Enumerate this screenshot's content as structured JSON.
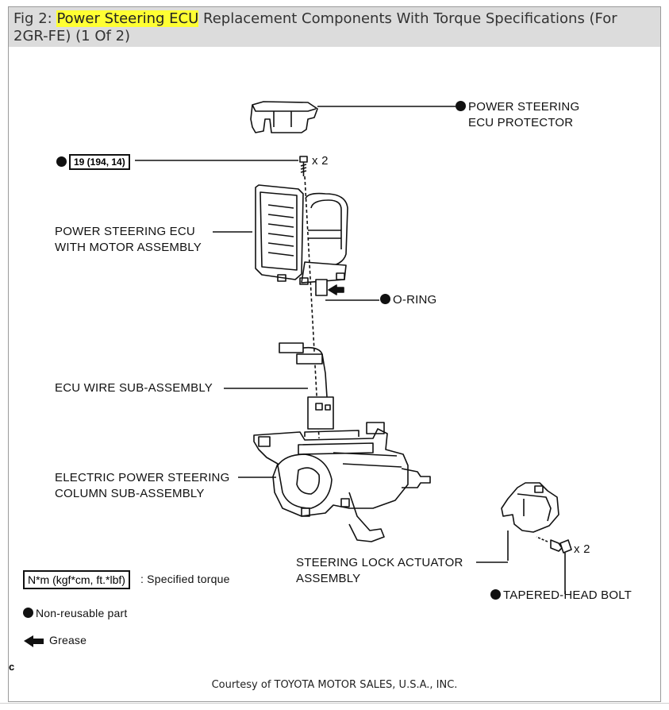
{
  "header": {
    "prefix": "Fig 2: ",
    "highlight": "Power Steering ECU",
    "suffix": " Replacement Components With Torque Specifications (For 2GR-FE) (1 Of 2)"
  },
  "labels": {
    "protector_1": "POWER STEERING",
    "protector_2": "ECU PROTECTOR",
    "torque_value": "19 (194, 14)",
    "bolt_qty_top": "x 2",
    "ecu_motor_1": "POWER STEERING ECU",
    "ecu_motor_2": "WITH MOTOR ASSEMBLY",
    "oring": "O-RING",
    "ecu_wire": "ECU WIRE SUB-ASSEMBLY",
    "column_1": "ELECTRIC POWER STEERING",
    "column_2": "COLUMN SUB-ASSEMBLY",
    "lock_1": "STEERING LOCK ACTUATOR",
    "lock_2": "ASSEMBLY",
    "bolt_qty_bottom": "x 2",
    "tapered_bolt": "TAPERED-HEAD BOLT"
  },
  "legend": {
    "torque_unit": "N*m (kgf*cm, ft.*lbf)",
    "torque_desc": ": Specified torque",
    "nonreusable": "Non-reusable part",
    "grease": "Grease"
  },
  "corner_mark": "c",
  "courtesy": "Courtesy of TOYOTA MOTOR SALES, U.S.A., INC."
}
